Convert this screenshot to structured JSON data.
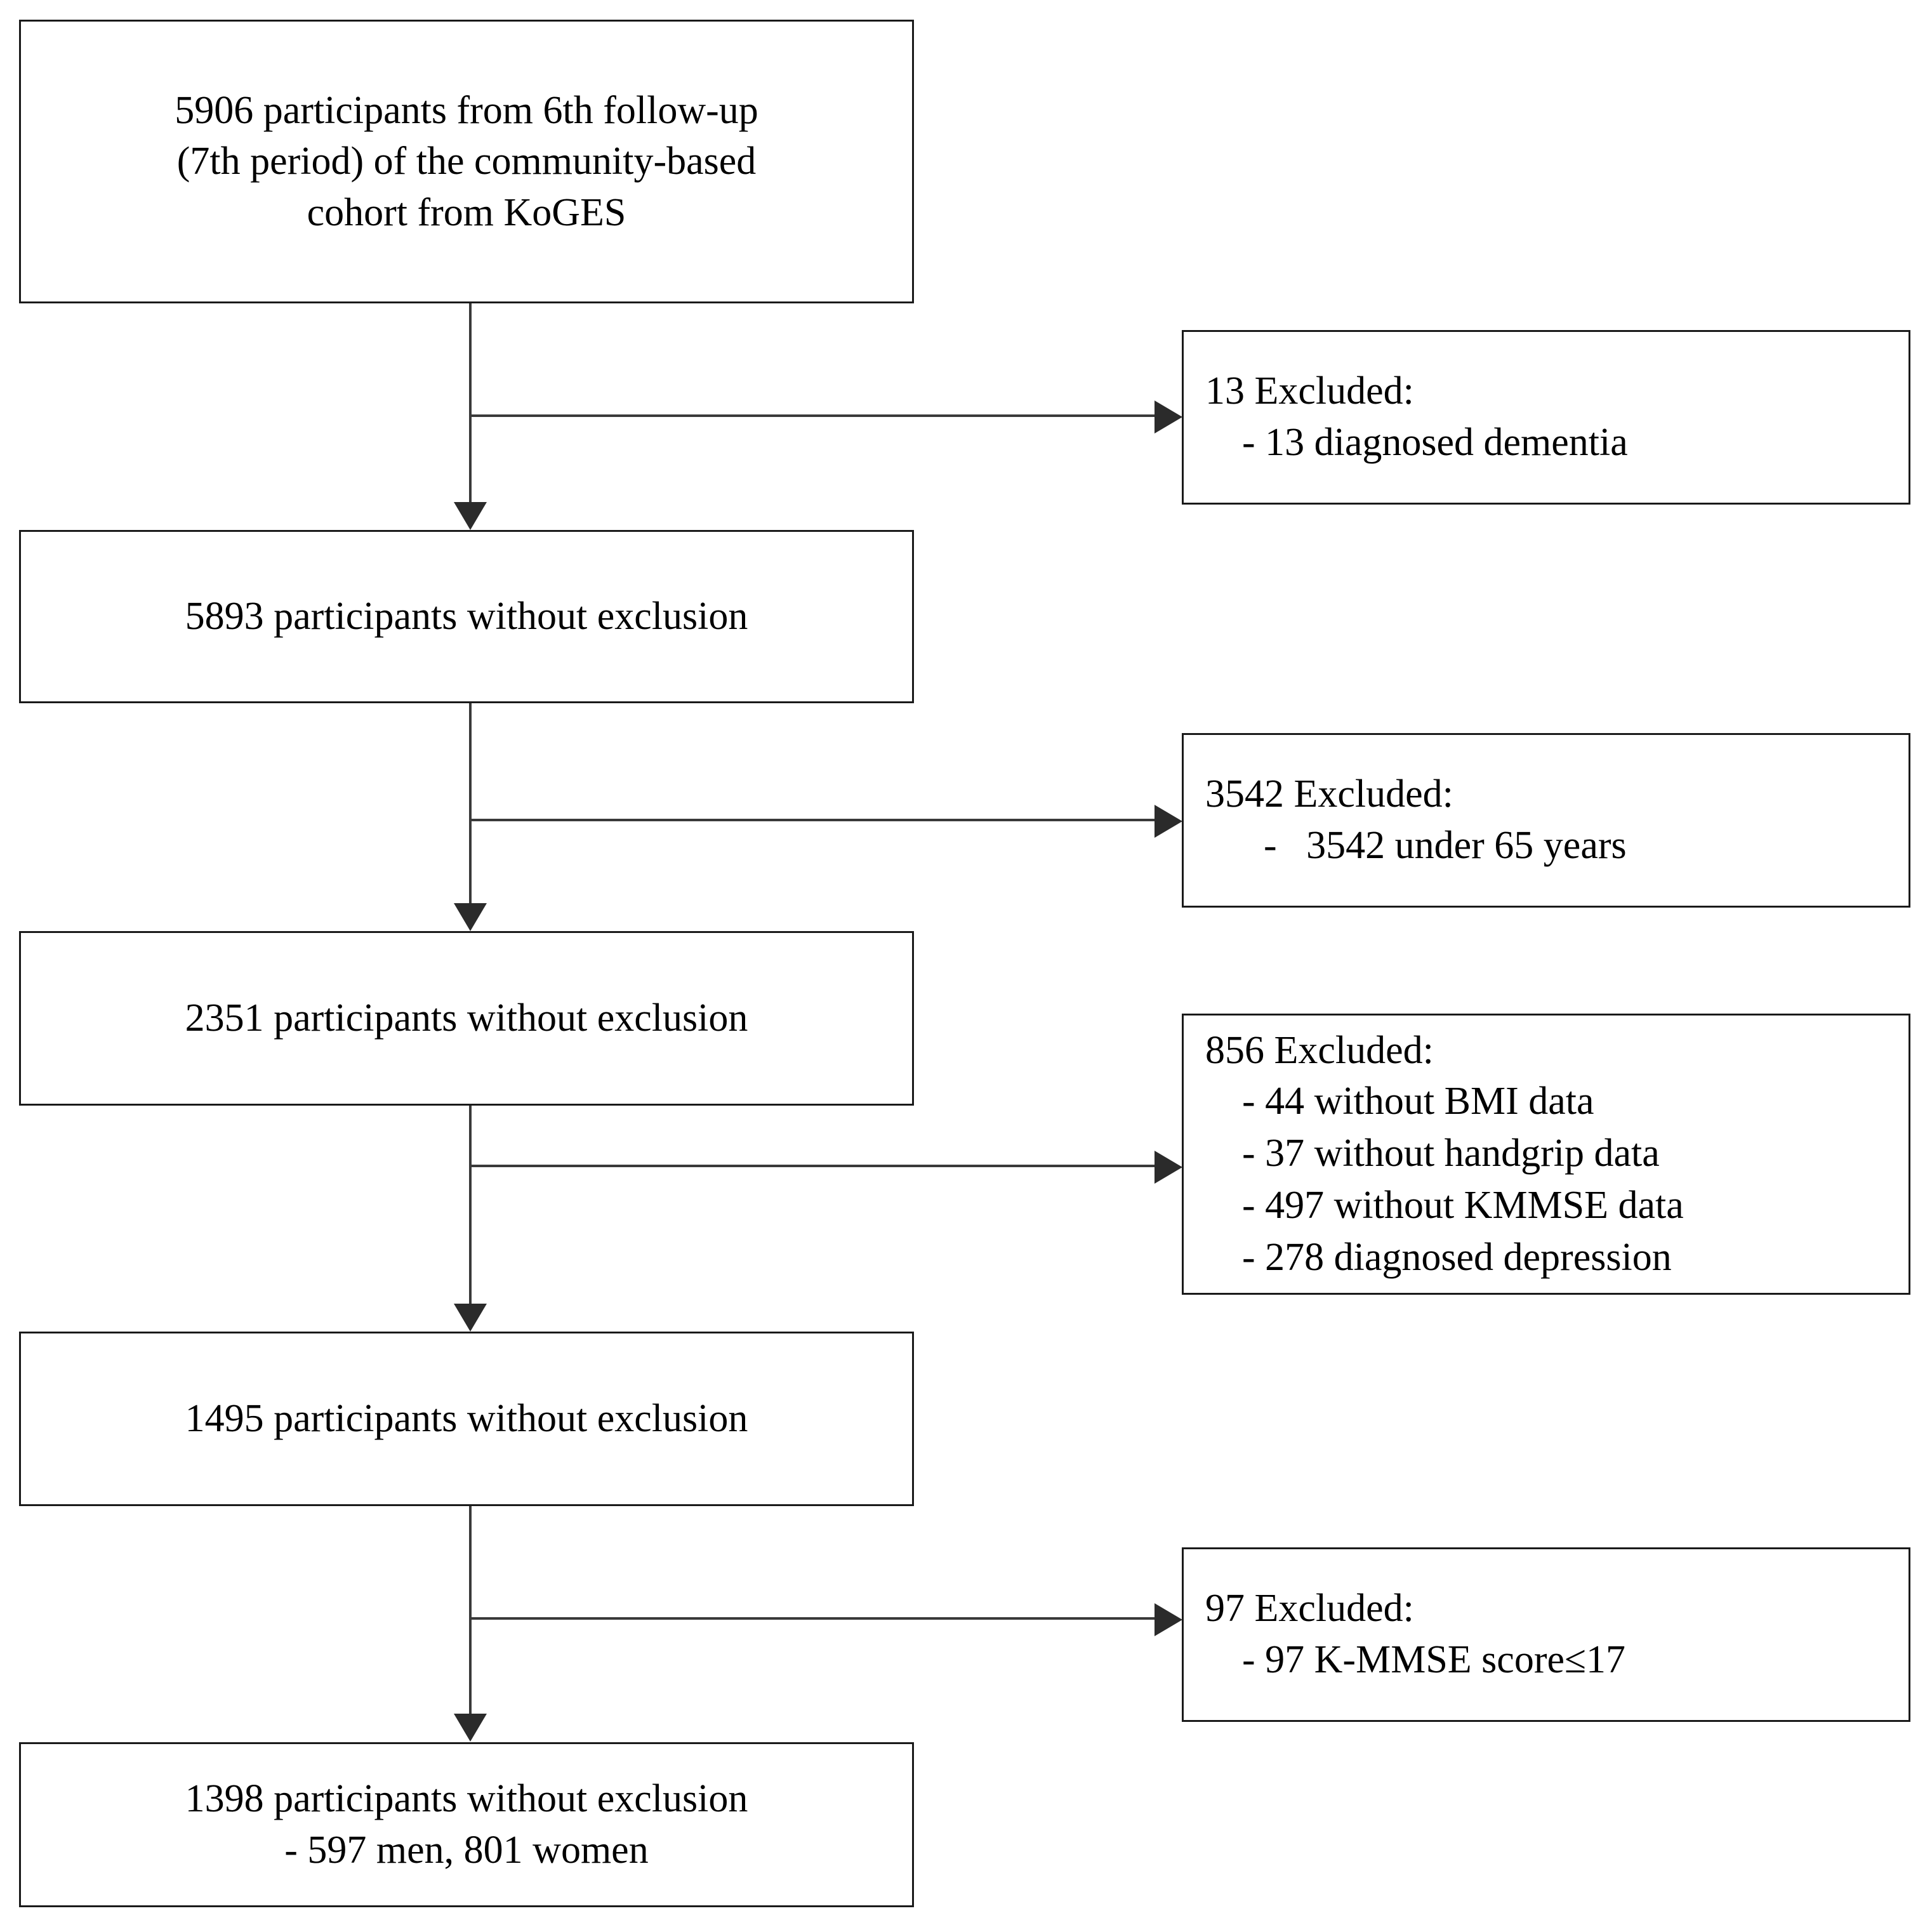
{
  "diagram": {
    "type": "participant-flow-diagram",
    "orientation": "vertical",
    "main_nodes": [
      {
        "id": "node-5906",
        "count": 5906,
        "text": "5906 participants from 6th follow-up\n(7th period) of the community-based\ncohort from KoGES"
      },
      {
        "id": "node-5893",
        "count": 5893,
        "text": "5893 participants without exclusion"
      },
      {
        "id": "node-2351",
        "count": 2351,
        "text": "2351 participants without exclusion"
      },
      {
        "id": "node-1495",
        "count": 1495,
        "text": "1495 participants without exclusion"
      },
      {
        "id": "node-1398",
        "count": 1398,
        "text": "1398 participants without exclusion\n- 597 men, 801 women",
        "men": 597,
        "women": 801
      }
    ],
    "exclusion_nodes": [
      {
        "id": "excl-13",
        "count": 13,
        "title": "13 Excluded:",
        "items": [
          "- 13 diagnosed dementia"
        ]
      },
      {
        "id": "excl-3542",
        "count": 3542,
        "title": "3542 Excluded:",
        "items": [
          "-   3542 under 65 years"
        ]
      },
      {
        "id": "excl-856",
        "count": 856,
        "title": "856 Excluded:",
        "items": [
          "- 44 without BMI data",
          "- 37 without handgrip data",
          "- 497 without KMMSE data",
          "- 278 diagnosed depression"
        ]
      },
      {
        "id": "excl-97",
        "count": 97,
        "title": "97 Excluded:",
        "items": [
          "- 97 K-MMSE score≤17"
        ]
      }
    ],
    "colors": {
      "border": "#1a1a1a",
      "connector": "#3a3a3a",
      "background": "#ffffff",
      "text": "#000000"
    }
  }
}
